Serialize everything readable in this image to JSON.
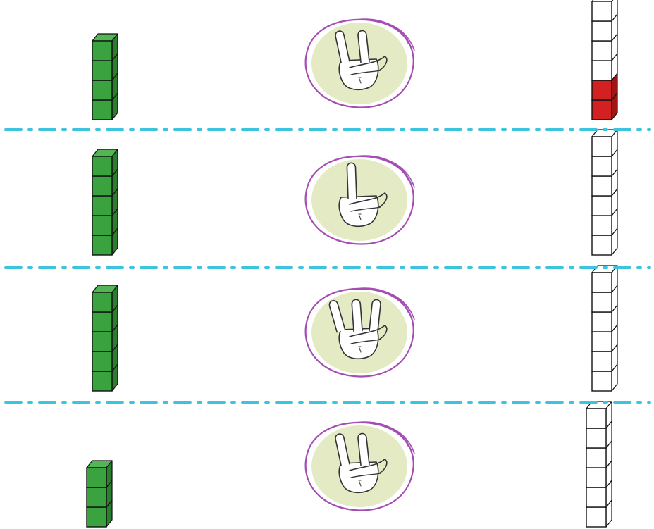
{
  "colors": {
    "green_cube": "#3aa23e",
    "green_top": "#52b656",
    "green_side": "#2a7e2e",
    "red_cube": "#d32020",
    "red_side": "#9e1616",
    "outline": "#111111",
    "divider": "#3cc3dd",
    "hand_bg": "#e4eac4",
    "circle_stroke": "#a44db3",
    "hand_line": "#333333"
  },
  "rows": [
    {
      "green_count": 4,
      "fingers_shown": 2,
      "hand_icon": "two-fingers-hand-icon",
      "tower_total": 6,
      "tower_red": 2
    },
    {
      "green_count": 5,
      "fingers_shown": 1,
      "hand_icon": "one-finger-hand-icon",
      "tower_total": 6,
      "tower_red": 0
    },
    {
      "green_count": 5,
      "fingers_shown": 3,
      "hand_icon": "three-fingers-hand-icon",
      "tower_total": 6,
      "tower_red": 0
    },
    {
      "green_count": 3,
      "fingers_shown": 2,
      "hand_icon": "two-fingers-hand-icon",
      "tower_total": 6,
      "tower_red": 0
    }
  ]
}
